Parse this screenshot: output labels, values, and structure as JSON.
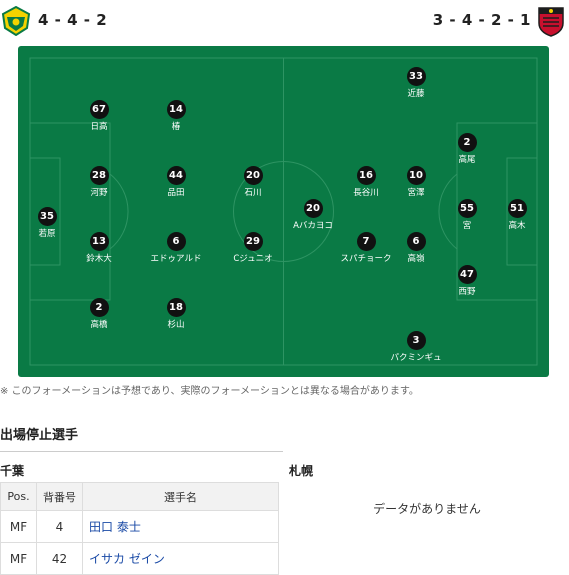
{
  "header": {
    "home_formation": "4 - 4 - 2",
    "away_formation": "3 - 4 - 2 - 1"
  },
  "pitch": {
    "home_players": [
      {
        "num": "35",
        "name": "若原"
      },
      {
        "num": "67",
        "name": "日高"
      },
      {
        "num": "28",
        "name": "河野"
      },
      {
        "num": "13",
        "name": "鈴木大"
      },
      {
        "num": "2",
        "name": "高橋"
      },
      {
        "num": "14",
        "name": "椿"
      },
      {
        "num": "44",
        "name": "品田"
      },
      {
        "num": "6",
        "name": "エドゥアルド"
      },
      {
        "num": "18",
        "name": "杉山"
      },
      {
        "num": "20",
        "name": "石川"
      },
      {
        "num": "29",
        "name": "Cジュニオ"
      }
    ],
    "away_players": [
      {
        "num": "20",
        "name": "Aバカヨコ"
      },
      {
        "num": "33",
        "name": "近藤"
      },
      {
        "num": "16",
        "name": "長谷川"
      },
      {
        "num": "7",
        "name": "スパチョーク"
      },
      {
        "num": "3",
        "name": "パクミンギュ"
      },
      {
        "num": "10",
        "name": "宮澤"
      },
      {
        "num": "6",
        "name": "高嶺"
      },
      {
        "num": "2",
        "name": "高尾"
      },
      {
        "num": "55",
        "name": "宮"
      },
      {
        "num": "47",
        "name": "西野"
      },
      {
        "num": "51",
        "name": "高木"
      }
    ]
  },
  "note": "※ このフォーメーションは予想であり、実際のフォーメーションとは異なる場合があります。",
  "suspension": {
    "title": "出場停止選手",
    "home_team": "千葉",
    "away_team": "札幌",
    "columns": [
      "Pos.",
      "背番号",
      "選手名"
    ],
    "rows": [
      {
        "pos": "MF",
        "num": "4",
        "name": "田口 泰士"
      },
      {
        "pos": "MF",
        "num": "42",
        "name": "イサカ ゼイン"
      }
    ],
    "away_empty": "データがありません"
  },
  "colors": {
    "pitch": "#0a7a45",
    "player_disc": "#111111",
    "link": "#1a4aa6"
  },
  "icons": {
    "home_logo": "jef-chiba-crest-icon",
    "away_logo": "consadole-sapporo-crest-icon"
  }
}
